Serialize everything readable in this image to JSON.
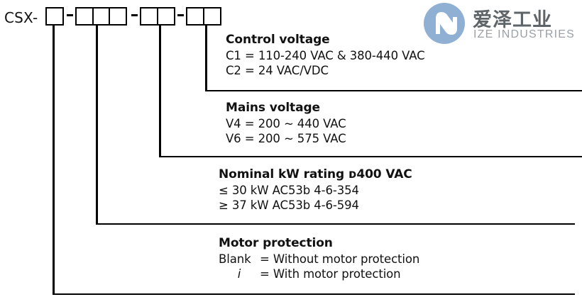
{
  "part_code": {
    "prefix": "CSX-",
    "groups": [
      {
        "name": "motor-protection-field",
        "cells": 1
      },
      {
        "name": "kw-rating-field",
        "cells": 3
      },
      {
        "name": "mains-voltage-field",
        "cells": 2
      },
      {
        "name": "control-voltage-field",
        "cells": 2
      }
    ],
    "separator": "-"
  },
  "sections": [
    {
      "id": "control-voltage",
      "heading": "Control voltage",
      "lines": [
        "C1 = 110-240 VAC & 380-440 VAC",
        "C2 = 24 VAC/VDC"
      ]
    },
    {
      "id": "mains-voltage",
      "heading": "Mains voltage",
      "lines": [
        "V4 = 200 ~ 440 VAC",
        "V6 = 200 ~ 575 VAC"
      ]
    },
    {
      "id": "kw-rating",
      "heading": "Nominal kW rating ᴅ400 VAC",
      "lines": [
        "≤ 30 kW AC53b 4-6-354",
        "≥ 37 kW AC53b 4-6-594"
      ]
    },
    {
      "id": "motor-protection",
      "heading": "Motor protection",
      "rows": [
        {
          "key": "Blank",
          "value": "= Without motor protection",
          "italic": false
        },
        {
          "key": "i",
          "value": "= With motor protection",
          "italic": true
        }
      ]
    }
  ],
  "logo": {
    "mark_icon": "ize-circle-arrow-icon",
    "mark_color": "#8fb0d3",
    "name_cn": "爱泽工业",
    "name_en": "IZE INDUSTRIES",
    "cn_color": "#5f6468",
    "en_color": "#9aa0a6"
  },
  "colors": {
    "stroke": "#000000",
    "text": "#111111",
    "background": "#ffffff"
  }
}
